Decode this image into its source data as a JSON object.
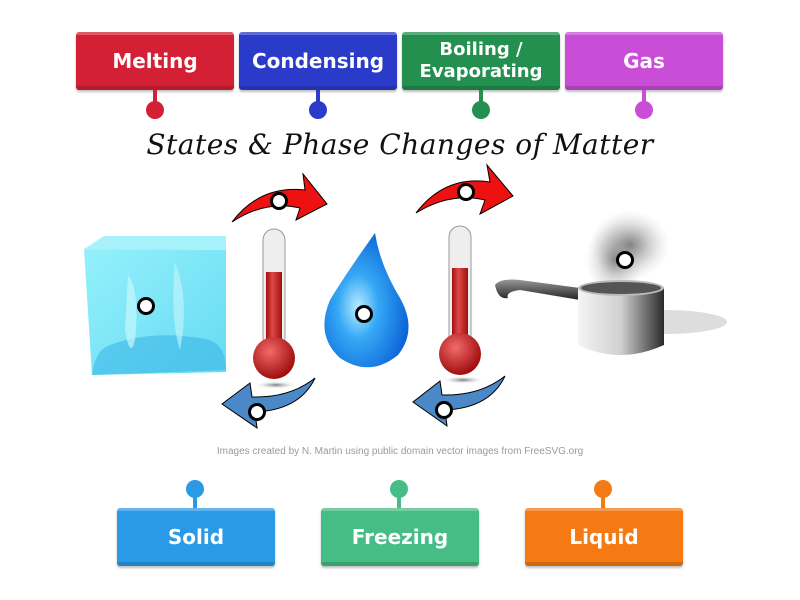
{
  "title": "States & Phase Changes of Matter",
  "credit": "Images created by N. Martin using public domain vector images from FreeSVG.org",
  "top_labels": [
    {
      "text": "Melting",
      "color": "#d42035"
    },
    {
      "text": "Condensing",
      "color": "#2b3bc9"
    },
    {
      "text_line1": "Boiling /",
      "text_line2": "Evaporating",
      "color": "#249050"
    },
    {
      "text": "Gas",
      "color": "#c94dd6"
    }
  ],
  "bottom_labels": [
    {
      "text": "Solid",
      "color": "#2b9ae6"
    },
    {
      "text": "Freezing",
      "color": "#45bd84"
    },
    {
      "text": "Liquid",
      "color": "#f57a14"
    }
  ],
  "images": {
    "ice_cube": "ice-cube",
    "thermometer_1": "thermometer",
    "water_drop": "water-drop",
    "thermometer_2": "thermometer",
    "steaming_pot": "steaming-pot",
    "arrow_red_1": "red-arrow-right",
    "arrow_red_2": "red-arrow-right",
    "arrow_blue_1": "blue-arrow-left",
    "arrow_blue_2": "blue-arrow-left"
  }
}
